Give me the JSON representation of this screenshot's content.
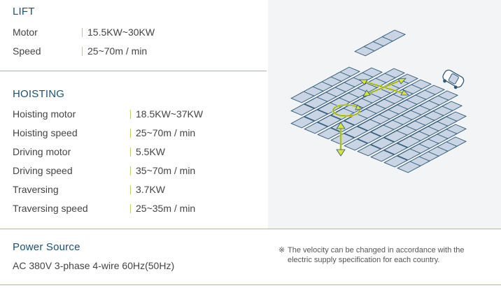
{
  "lift": {
    "title": "LIFT",
    "specs": [
      {
        "label": "Motor",
        "value": "15.5KW~30KW"
      },
      {
        "label": "Speed",
        "value": "25~70m / min"
      }
    ]
  },
  "hoisting": {
    "title": "HOISTING",
    "specs": [
      {
        "label": "Hoisting motor",
        "value": "18.5KW~37KW"
      },
      {
        "label": "Hoisting speed",
        "value": "25~70m / min"
      },
      {
        "label": "Driving motor",
        "value": "5.5KW"
      },
      {
        "label": "Driving speed",
        "value": "35~70m / min"
      },
      {
        "label": "Traversing",
        "value": "3.7KW"
      },
      {
        "label": "Traversing speed",
        "value": "25~35m / min"
      }
    ]
  },
  "power": {
    "title": "Power Source",
    "value": "AC 380V 3-phase 4-wire 60Hz(50Hz)"
  },
  "note": {
    "mark": "※",
    "line1": "The velocity can be changed in accordance with the",
    "line2": "electric supply specification for each country."
  },
  "colors": {
    "heading": "#1d4f70",
    "divider": "#a7c86a",
    "accent_arrow": "#d8e23a",
    "panel_fill": "#c9d5e4",
    "panel_stroke": "#2e5875"
  },
  "icons": {
    "illustration": "parking-system-illustration",
    "car": "car-icon",
    "arrows": "direction-arrows-icon"
  }
}
